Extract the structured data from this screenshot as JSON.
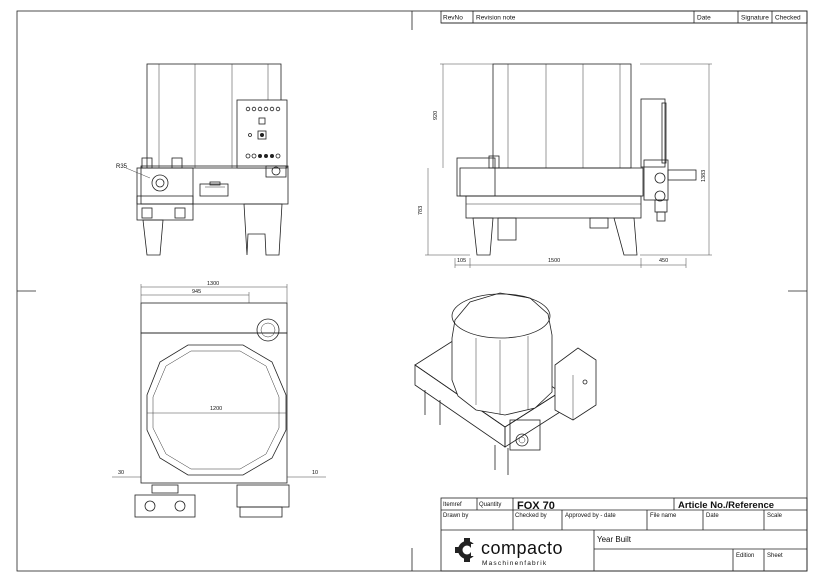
{
  "revision_table": {
    "headers": [
      "RevNo",
      "Revision note",
      "Date",
      "Signature",
      "Checked"
    ]
  },
  "dimensions": {
    "front_radius": "R35",
    "side_height_top": "920",
    "side_height_bottom": "783",
    "side_height_total": "1383",
    "side_width_left": "105",
    "side_width_main": "1500",
    "side_width_right": "450",
    "top_width_total": "1300",
    "top_width_partial": "945",
    "top_diameter": "1200",
    "top_offset_left": "30",
    "top_offset_right": "10"
  },
  "title_block": {
    "itemref_label": "Itemref",
    "quantity_label": "Quantity",
    "product_name": "FOX 70",
    "article_label": "Article No./Reference",
    "drawn_by_label": "Drawn by",
    "checked_by_label": "Checked by",
    "approved_label": "Approved by - date",
    "file_name_label": "File name",
    "date_label": "Date",
    "scale_label": "Scale",
    "year_built_label": "Year Built",
    "edition_label": "Edition",
    "sheet_label": "Sheet"
  },
  "logo": {
    "name": "compacto",
    "tagline": "Maschinenfabrik"
  }
}
